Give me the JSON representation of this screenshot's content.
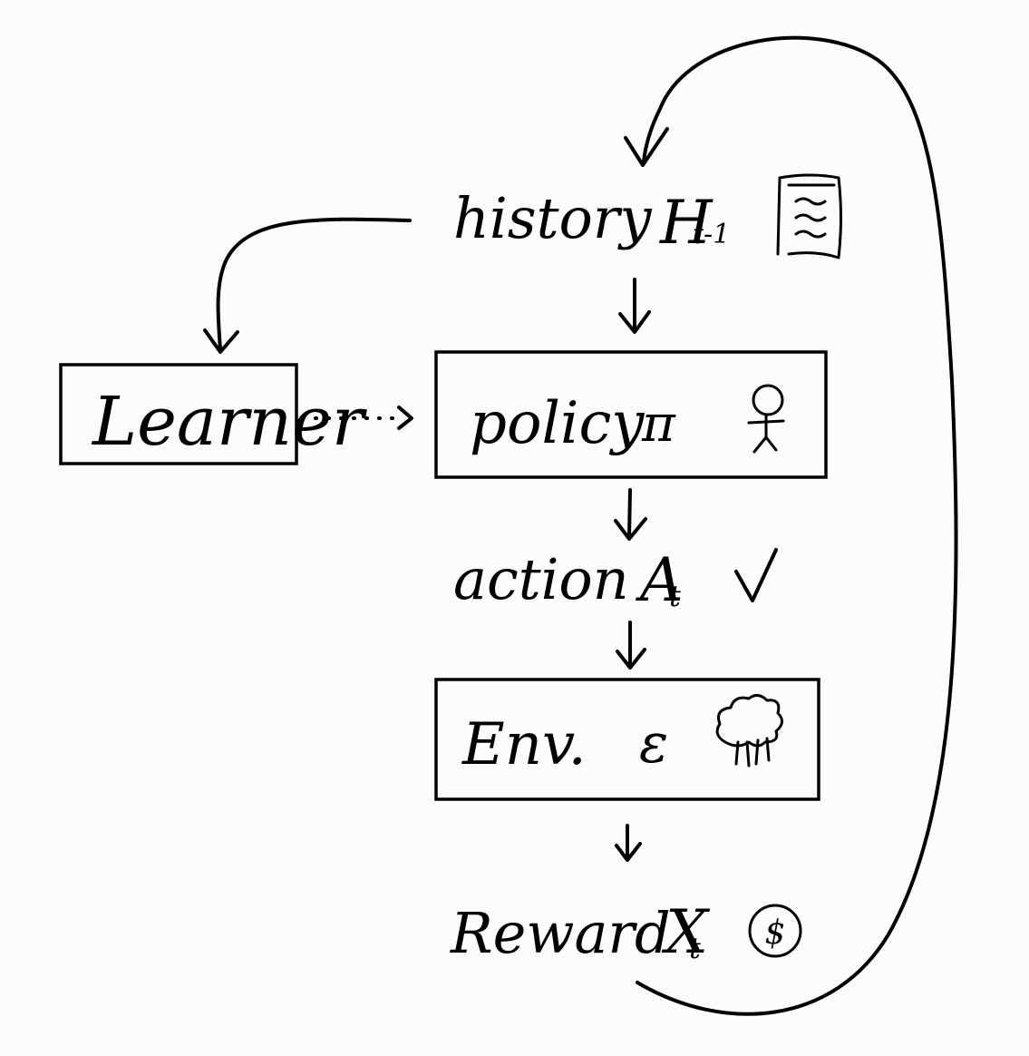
{
  "history": {
    "label": "history",
    "symbol": "H",
    "subscript": "t-1",
    "icon": "scroll-icon"
  },
  "learner": {
    "label": "Learner"
  },
  "policy": {
    "label": "policy",
    "symbol": "π",
    "icon": "stick-figure-icon"
  },
  "action": {
    "label": "action",
    "symbol": "A",
    "subscript": "t",
    "icon": "checkmark-icon"
  },
  "environment": {
    "label": "Env.",
    "symbol": "ε",
    "icon": "tree-icon"
  },
  "reward": {
    "label": "Reward",
    "symbol": "X",
    "subscript": "t",
    "icon": "dollar-coin-icon",
    "icon_glyph": "$"
  }
}
